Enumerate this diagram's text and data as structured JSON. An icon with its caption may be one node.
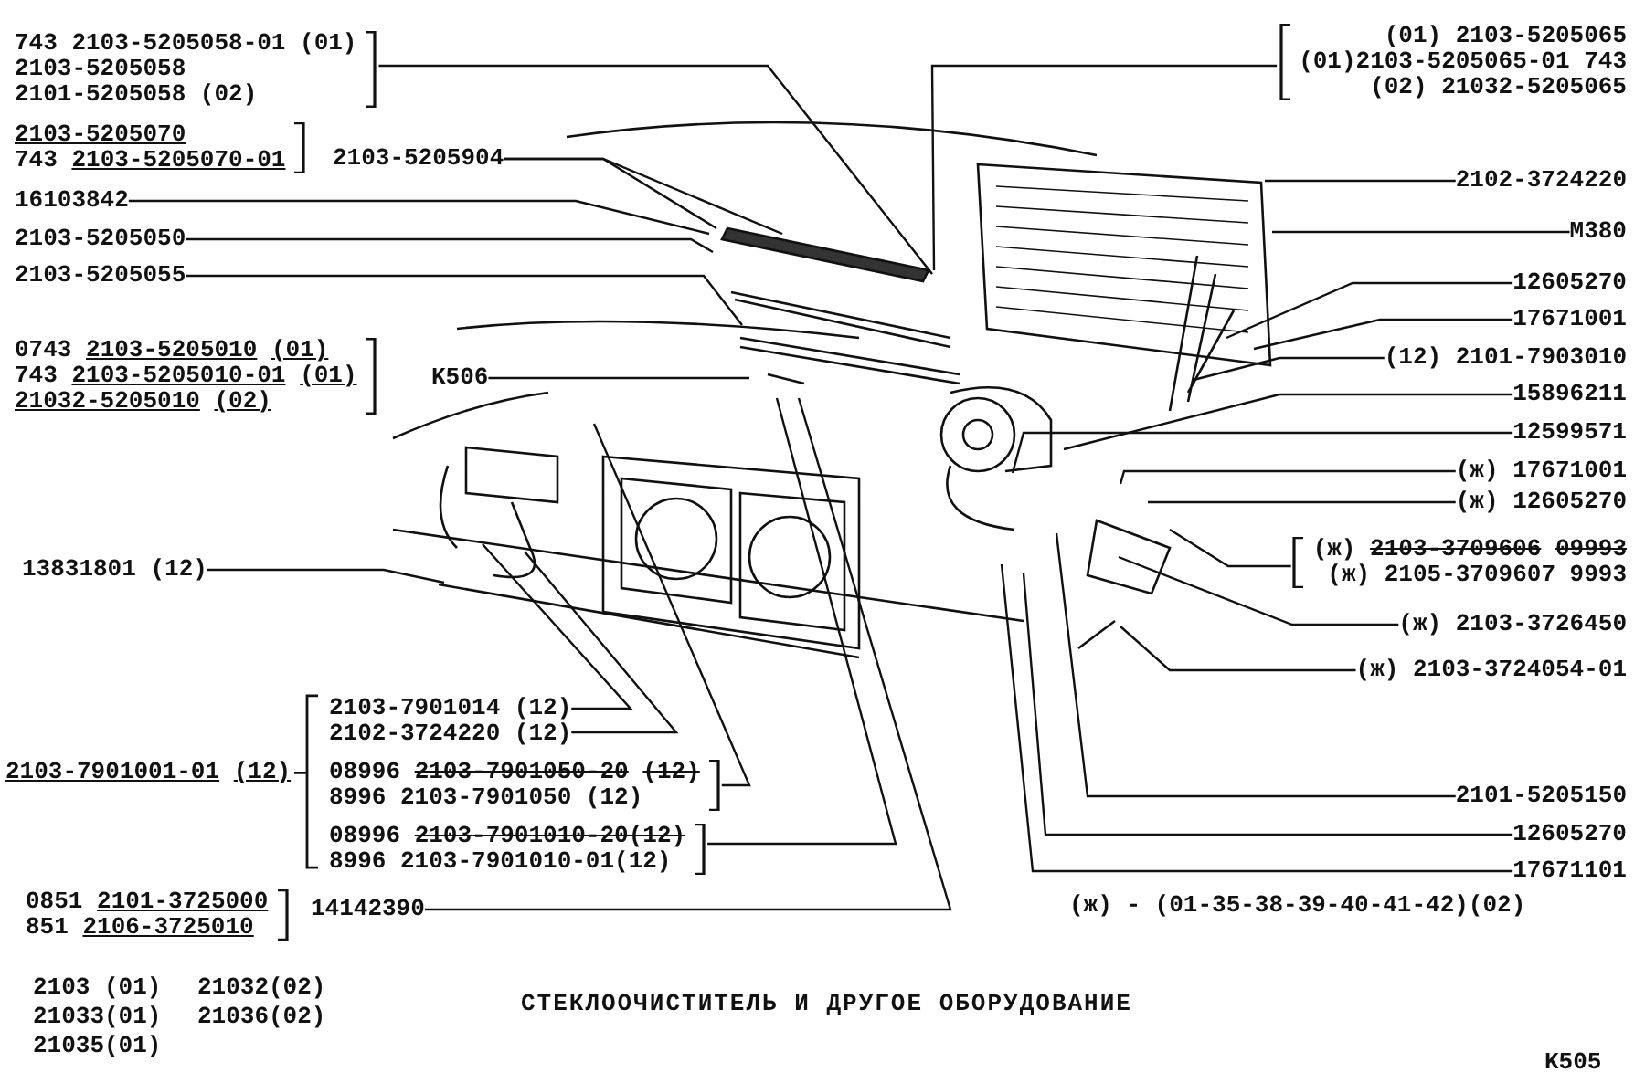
{
  "diagram": {
    "title": "СТЕКЛООЧИСТИТЕЛЬ И ДРУГОЕ ОБОРУДОВАНИЕ",
    "nodes": [
      {
        "text": [
          "743 2103-5205058-01 (01)",
          "2103-5205058",
          "2101-5205058 (02)"
        ]
      },
      {
        "text": [
          "2103-5205070",
          "743 2103-5205070-01"
        ]
      },
      {
        "text": [
          "2103-5205904"
        ]
      },
      {
        "text": [
          "16103842"
        ]
      },
      {
        "text": [
          "2103-5205050"
        ]
      },
      {
        "text": [
          "2103-5205055"
        ]
      },
      {
        "text": [
          "0743 2103-5205010 (01)",
          "743 2103-5205010-01 (01)",
          "21032-5205010 (02)"
        ]
      },
      {
        "text": [
          "K506"
        ]
      },
      {
        "text": [
          "13831801 (12)"
        ]
      },
      {
        "text": [
          "2103-7901001-01 (12)"
        ]
      },
      {
        "text": [
          "2103-7901014 (12)"
        ]
      },
      {
        "text": [
          "2102-3724220 (12)"
        ]
      },
      {
        "text": [
          "08996 2103-7901050-20 (12)",
          "8996 2103-7901050 (12)"
        ]
      },
      {
        "text": [
          "08996 2103-7901010-20(12)",
          "8996 2103-7901010-01(12)"
        ]
      },
      {
        "text": [
          "0851 2101-3725000",
          "851 2106-3725010"
        ]
      },
      {
        "text": [
          "14142390"
        ]
      },
      {
        "text": [
          "(01) 2103-5205065",
          "(01)2103-5205065-01 743",
          "(02) 21032-5205065"
        ]
      },
      {
        "text": [
          "2102-3724220"
        ]
      },
      {
        "text": [
          "M380"
        ]
      },
      {
        "text": [
          "12605270"
        ]
      },
      {
        "text": [
          "17671001"
        ]
      },
      {
        "text": [
          "(12) 2101-7903010"
        ]
      },
      {
        "text": [
          "15896211"
        ]
      },
      {
        "text": [
          "12599571"
        ]
      },
      {
        "text": [
          "(ж) 17671001"
        ]
      },
      {
        "text": [
          "(ж) 12605270"
        ]
      },
      {
        "text": [
          "(ж) 2103-3709606 09993",
          "(ж) 2105-3709607 9993"
        ]
      },
      {
        "text": [
          "(ж) 2103-3726450"
        ]
      },
      {
        "text": [
          "(ж) 2103-3724054-01"
        ]
      },
      {
        "text": [
          "2101-5205150"
        ]
      },
      {
        "text": [
          "12605270"
        ]
      },
      {
        "text": [
          "17671101"
        ]
      }
    ],
    "edges": [
      {
        "from": 0,
        "to": null,
        "arrow": "none"
      },
      {
        "from": 2,
        "to": null,
        "arrow": "none"
      },
      {
        "from": 2,
        "to": null,
        "arrow": "none"
      },
      {
        "from": 3,
        "to": null,
        "arrow": "none"
      },
      {
        "from": 4,
        "to": null,
        "arrow": "none"
      },
      {
        "from": 5,
        "to": null,
        "arrow": "none"
      },
      {
        "from": 7,
        "to": null,
        "arrow": "none"
      },
      {
        "from": 8,
        "to": null,
        "arrow": "none"
      },
      {
        "from": 10,
        "to": null,
        "arrow": "none"
      },
      {
        "from": 11,
        "to": null,
        "arrow": "none"
      },
      {
        "from": 12,
        "to": null,
        "arrow": "none"
      },
      {
        "from": 13,
        "to": null,
        "arrow": "none"
      },
      {
        "from": 15,
        "to": null,
        "arrow": "none"
      },
      {
        "from": 16,
        "to": null,
        "arrow": "none"
      },
      {
        "from": 17,
        "to": null,
        "arrow": "none"
      },
      {
        "from": 18,
        "to": null,
        "arrow": "none"
      },
      {
        "from": 19,
        "to": null,
        "arrow": "none"
      },
      {
        "from": 20,
        "to": null,
        "arrow": "none"
      },
      {
        "from": 21,
        "to": null,
        "arrow": "none"
      },
      {
        "from": 22,
        "to": null,
        "arrow": "none"
      },
      {
        "from": 23,
        "to": null,
        "arrow": "none"
      },
      {
        "from": 24,
        "to": null,
        "arrow": "none"
      },
      {
        "from": 25,
        "to": null,
        "arrow": "none"
      },
      {
        "from": 26,
        "to": null,
        "arrow": "none"
      },
      {
        "from": 27,
        "to": null,
        "arrow": "none"
      },
      {
        "from": 28,
        "to": null,
        "arrow": "none"
      },
      {
        "from": 29,
        "to": null,
        "arrow": "none"
      },
      {
        "from": 30,
        "to": null,
        "arrow": "none"
      },
      {
        "from": 31,
        "to": null,
        "arrow": "none"
      }
    ],
    "labels": [
      "(ж) - (01-35-38-39-40-41-42)(02)",
      "2103 (01)",
      "21032(02)",
      "21033(01)",
      "21036(02)",
      "21035(01)",
      "K505"
    ]
  }
}
